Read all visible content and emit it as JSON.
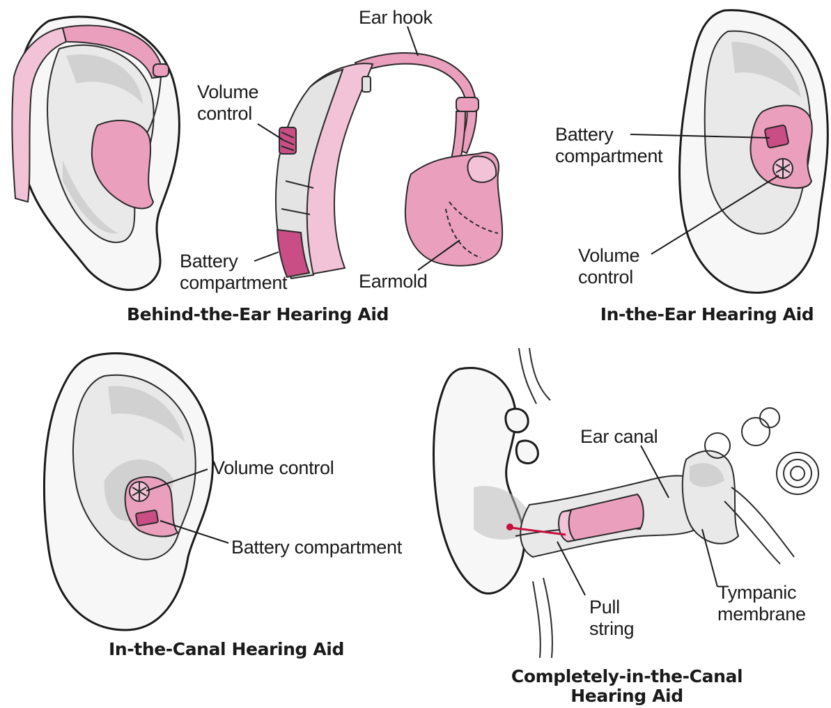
{
  "behind_the_ear": {
    "caption": "Behind-the-Ear Hearing Aid",
    "labels": {
      "ear_hook": "Ear hook",
      "volume_control": "Volume control",
      "battery_compartment": "Battery compartment",
      "earmold": "Earmold"
    }
  },
  "in_the_ear": {
    "caption": "In-the-Ear Hearing Aid",
    "labels": {
      "battery_compartment": "Battery compartment",
      "volume_control": "Volume control"
    }
  },
  "in_the_canal": {
    "caption": "In-the-Canal Hearing Aid",
    "labels": {
      "volume_control": "Volume control",
      "battery_compartment": "Battery compartment"
    }
  },
  "completely_in_the_canal": {
    "caption": "Completely-in-the-Canal Hearing Aid",
    "labels": {
      "ear_canal": "Ear canal",
      "pull_string": "Pull string",
      "tympanic_membrane": "Tympanic membrane"
    }
  },
  "colors": {
    "aid_pink": "#eaa0bd",
    "aid_light_pink": "#f2c3d6",
    "aid_dark_pink": "#c94e85",
    "pull_string_red": "#c8103f"
  }
}
